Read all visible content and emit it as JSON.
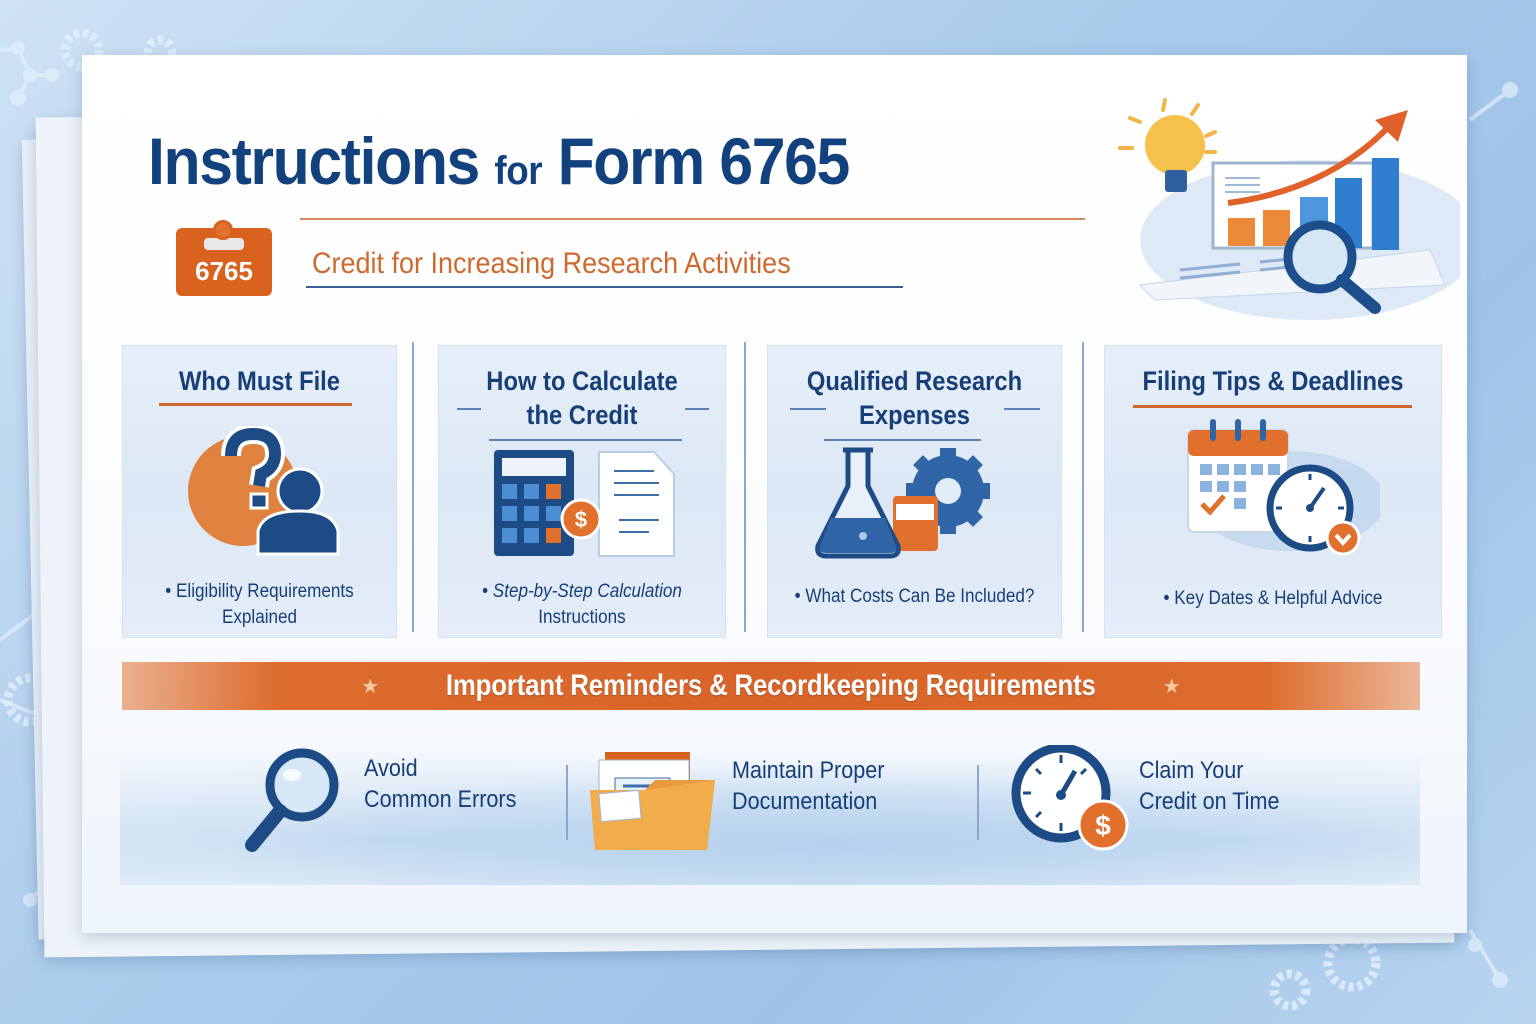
{
  "header": {
    "title_part1": "Instructions",
    "title_part2": "for",
    "title_part3": "Form 6765",
    "badge_number": "6765",
    "subtitle": "Credit for Increasing Research Activities"
  },
  "hero": {
    "icons": [
      "lightbulb-icon",
      "bar-chart-icon",
      "trend-arrow-icon",
      "magnifier-icon",
      "document-icon"
    ]
  },
  "cards": [
    {
      "title": "Who Must File",
      "bullet": "Eligibility Requirements",
      "bullet2": "Explained",
      "icon": "person-question-icon"
    },
    {
      "title_line1": "How to Calculate",
      "title_line2": "the Credit",
      "bullet": "Step-by-Step Calculation",
      "bullet2": "Instructions",
      "icon": "calculator-icon"
    },
    {
      "title_line1": "Qualified Research",
      "title_line2": "Expenses",
      "bullet": "What Costs Can Be Included?",
      "icon": "flask-gear-icon"
    },
    {
      "title": "Filing Tips & Deadlines",
      "bullet": "Key Dates & Helpful Advice",
      "icon": "calendar-clock-icon"
    }
  ],
  "banner": {
    "label": "Important Reminders & Recordkeeping Requirements",
    "star": "★"
  },
  "reminders": [
    {
      "line1": "Avoid",
      "line2": "Common Errors",
      "icon": "magnifier-icon"
    },
    {
      "line1": "Maintain Proper",
      "line2": "Documentation",
      "icon": "folder-icon"
    },
    {
      "line1": "Claim Your",
      "line2": "Credit on Time",
      "icon": "clock-dollar-icon"
    }
  ],
  "colors": {
    "navy": "#12427e",
    "orange": "#d9621e",
    "card_bg": "#e0ebf7",
    "background": "#a9cbeb"
  }
}
